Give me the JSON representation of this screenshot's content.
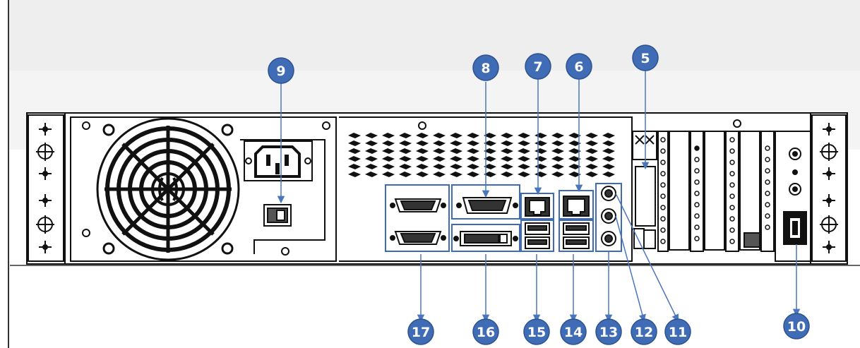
{
  "colors": {
    "callout_fill": "#3f6cb4",
    "callout_stroke": "#2c528f",
    "callout_text": "#ffffff",
    "frame_line": "#1e2f55",
    "arrow": "#4a76bd",
    "drawing_line": "#111111",
    "background_top": "#eeeeee",
    "background_bottom": "#ffffff"
  },
  "callouts": [
    {
      "id": "callout-9",
      "label": "9"
    },
    {
      "id": "callout-8",
      "label": "8"
    },
    {
      "id": "callout-7",
      "label": "7"
    },
    {
      "id": "callout-6",
      "label": "6"
    },
    {
      "id": "callout-5",
      "label": "5"
    },
    {
      "id": "callout-17",
      "label": "17"
    },
    {
      "id": "callout-16",
      "label": "16"
    },
    {
      "id": "callout-15",
      "label": "15"
    },
    {
      "id": "callout-14",
      "label": "14"
    },
    {
      "id": "callout-13",
      "label": "13"
    },
    {
      "id": "callout-12",
      "label": "12"
    },
    {
      "id": "callout-11",
      "label": "11"
    },
    {
      "id": "callout-10",
      "label": "10"
    }
  ]
}
